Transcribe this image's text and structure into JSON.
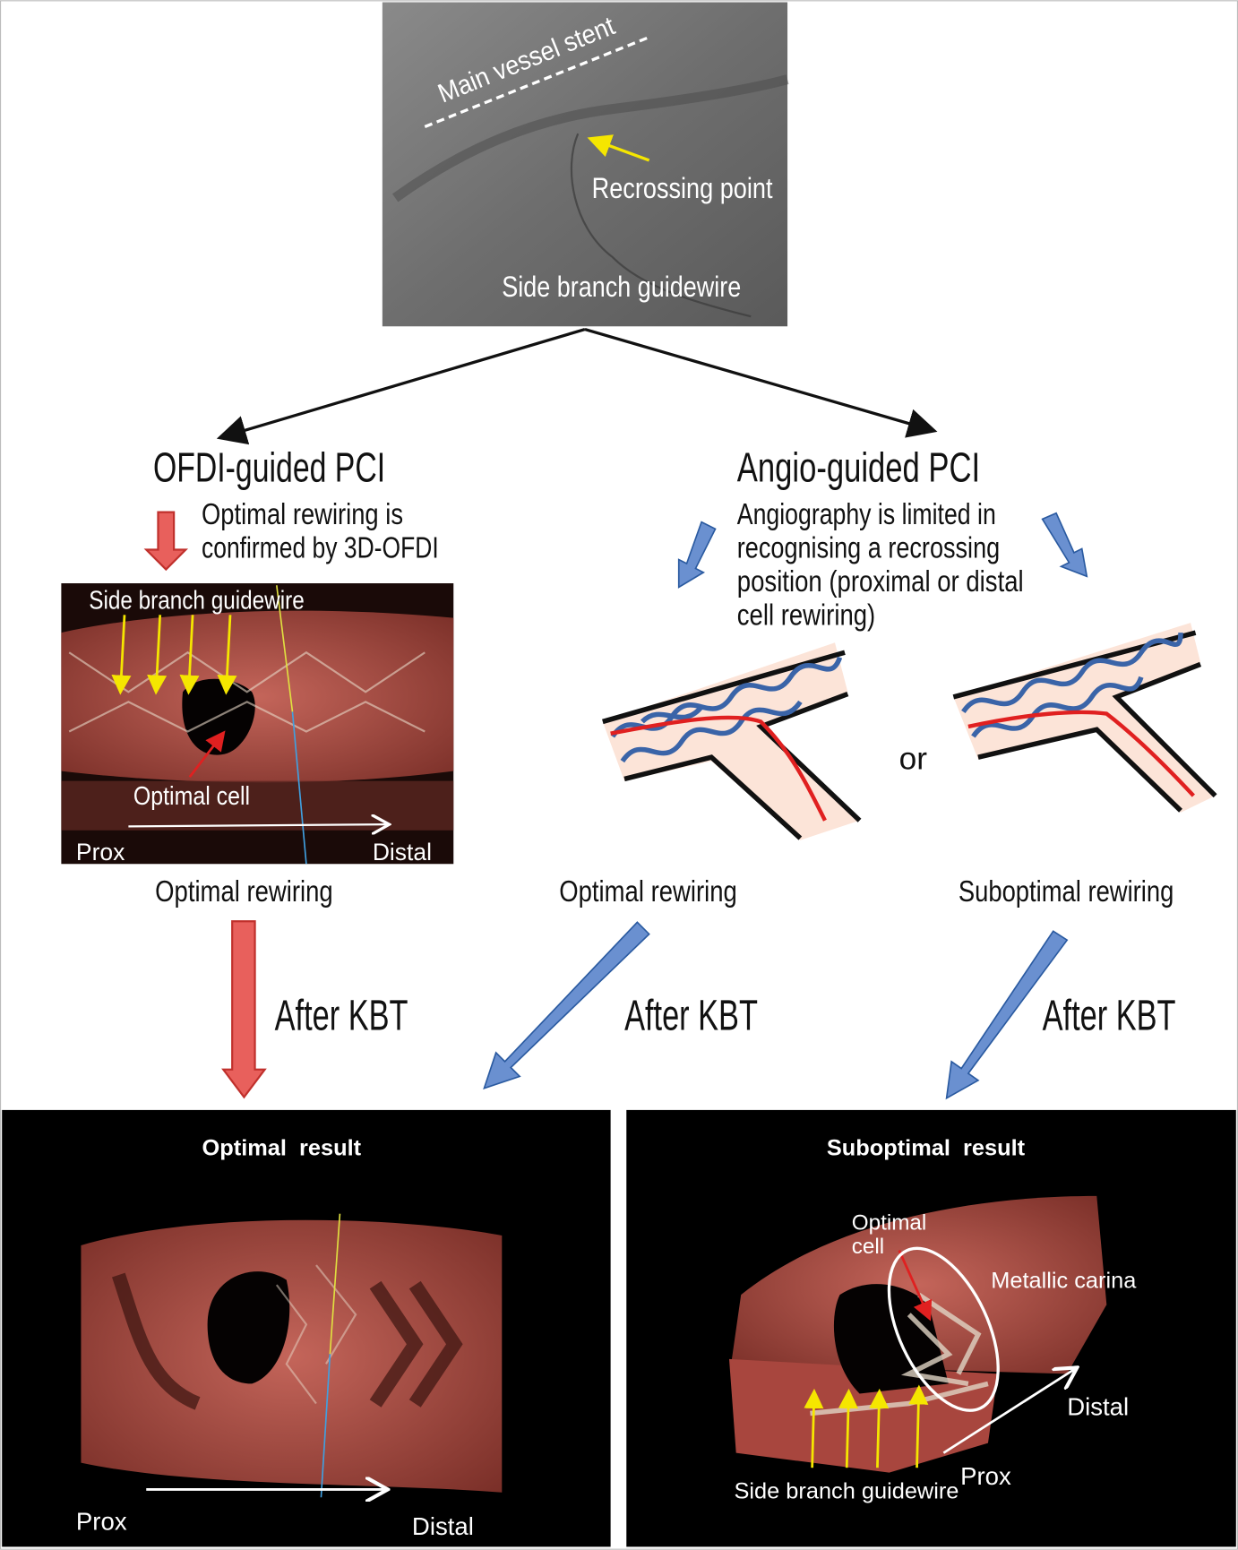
{
  "top_image": {
    "main_vessel_label": "Main vessel stent",
    "recrossing_label": "Recrossing point",
    "guidewire_label": "Side branch guidewire"
  },
  "left_branch": {
    "title": "OFDI-guided PCI",
    "desc": [
      "Optimal rewiring is",
      "confirmed by 3D-OFDI"
    ],
    "image": {
      "guidewire_label": "Side branch guidewire",
      "cell_label": "Optimal cell",
      "prox": "Prox",
      "distal": "Distal"
    },
    "caption": "Optimal rewiring",
    "after": "After KBT"
  },
  "right_branch": {
    "title": "Angio-guided PCI",
    "desc": [
      "Angiography is limited in",
      "recognising a recrossing",
      "position (proximal or distal",
      "cell rewiring)"
    ],
    "or_label": "or",
    "caption_optimal": "Optimal rewiring",
    "caption_suboptimal": "Suboptimal rewiring",
    "after_optimal": "After KBT",
    "after_suboptimal": "After KBT"
  },
  "results": {
    "optimal": {
      "title": "Optimal  result",
      "prox": "Prox",
      "distal": "Distal"
    },
    "suboptimal": {
      "title": "Suboptimal  result",
      "cell_label": [
        "Optimal",
        "cell"
      ],
      "carina_label": "Metallic carina",
      "distal": "Distal",
      "prox": "Prox",
      "guidewire_label": "Side branch guidewire"
    }
  },
  "colors": {
    "red_arrow": "#e8605c",
    "blue_arrow": "#6a90d0",
    "stent": "#3a64a8",
    "tissue": "#b5524a",
    "wire": "#e02020",
    "yellow": "#f5e600"
  }
}
